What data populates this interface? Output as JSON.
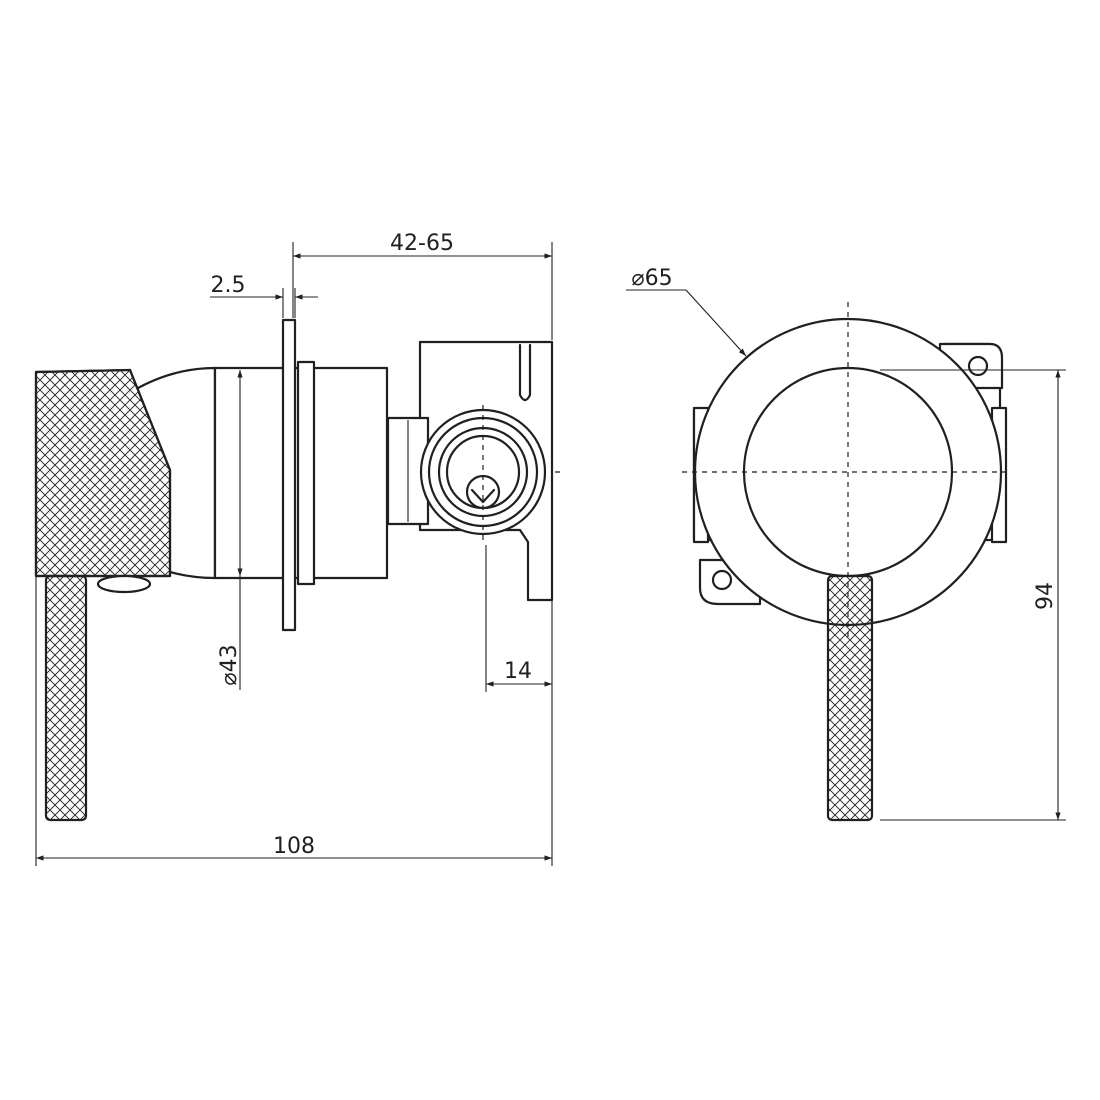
{
  "dimensions": {
    "overall_length": "108",
    "adjust_range": "42-65",
    "plate_thickness": "2.5",
    "body_diameter": "⌀43",
    "outlet_offset": "14",
    "plate_diameter": "⌀65",
    "overall_height": "94"
  }
}
